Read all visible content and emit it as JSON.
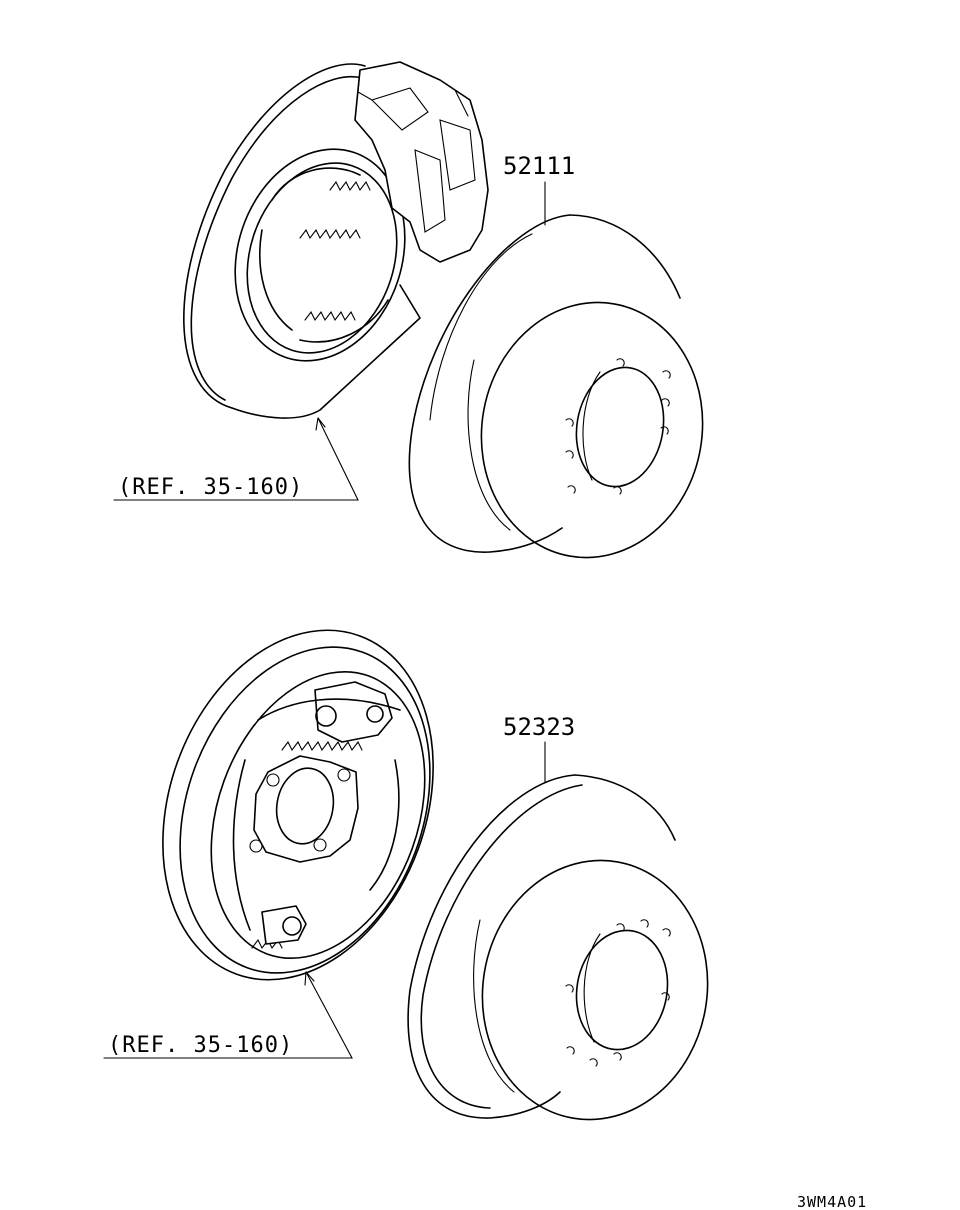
{
  "parts": [
    {
      "number": "52111",
      "ref_label": "(REF. 35-160)"
    },
    {
      "number": "52323",
      "ref_label": "(REF. 35-160)"
    }
  ],
  "drawing_code": "3WM4A01"
}
